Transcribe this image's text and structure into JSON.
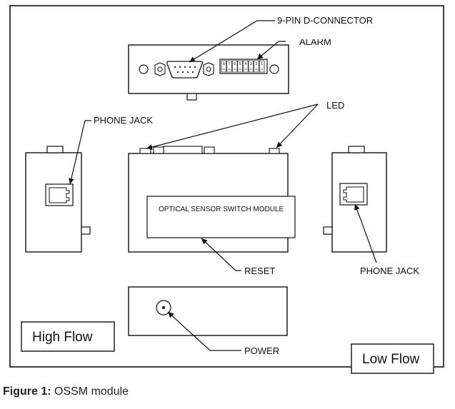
{
  "labels": {
    "d_connector": "9-PIN D-CONNECTOR",
    "alarm": "ALARM",
    "led": "LED",
    "phone_jack_left": "PHONE JACK",
    "phone_jack_right": "PHONE JACK",
    "module": "OPTICAL SENSOR SWITCH MODULE",
    "reset": "RESET",
    "power": "POWER",
    "high_flow": "High Flow",
    "low_flow": "Low Flow",
    "pin_numbers": [
      "8",
      "7",
      "6",
      "5",
      "4",
      "3",
      "2",
      "1"
    ]
  },
  "caption": {
    "prefix": "Figure 1:",
    "text": " OSSM module"
  }
}
